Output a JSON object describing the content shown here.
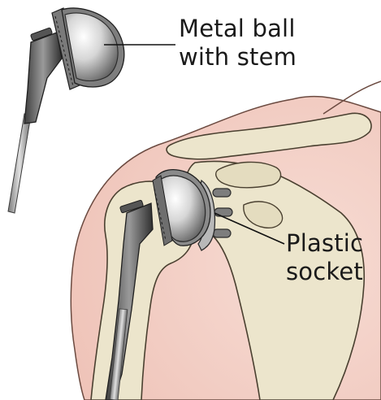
{
  "labels": {
    "metal_ball": [
      "Metal ball",
      "with stem"
    ],
    "plastic_socket": [
      "Plastic",
      "socket"
    ]
  },
  "colors": {
    "skin": "#f4d3cb",
    "bone": "#ece5cc",
    "bone_outline": "#4a4030",
    "metal_light": "#f2f2f2",
    "metal_mid": "#a9a9a9",
    "metal_dark": "#4a4a4a",
    "leader_line": "#111111"
  }
}
